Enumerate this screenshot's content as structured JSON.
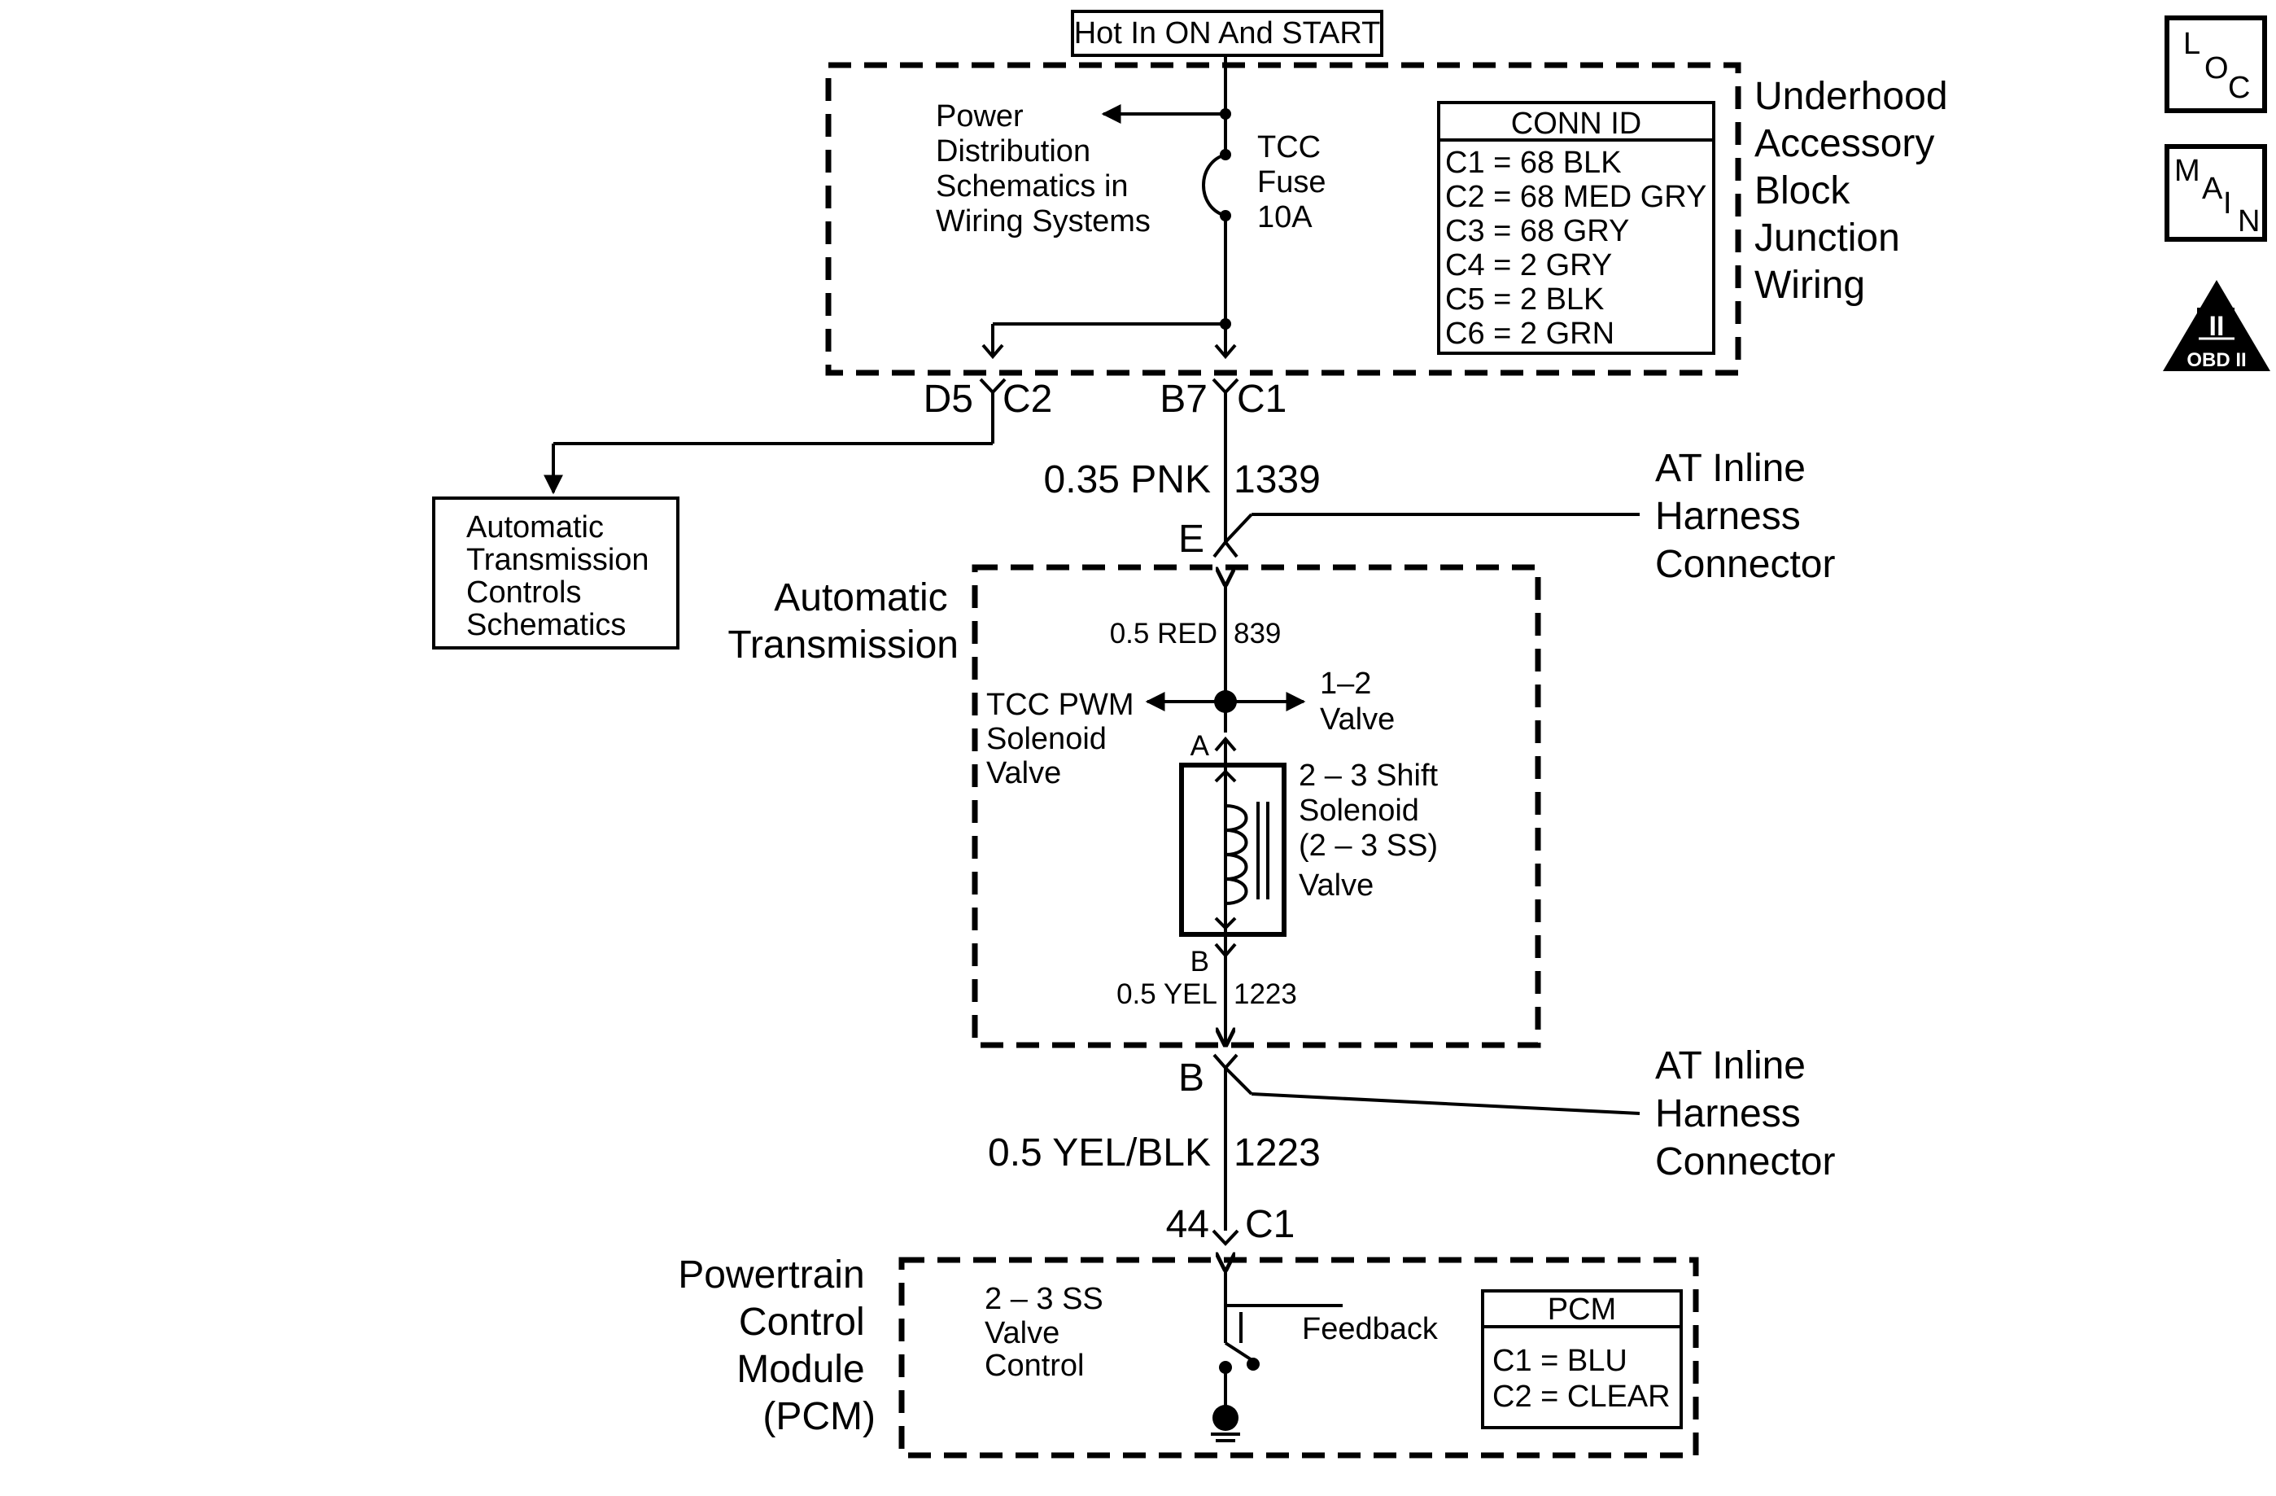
{
  "title_box": {
    "hot_in": "Hot In ON And START"
  },
  "underhood_block": {
    "title_lines": [
      "Underhood",
      "Accessory",
      "Block",
      "Junction",
      "Wiring"
    ],
    "power_dist_lines": [
      "Power",
      "Distribution",
      "Schematics in",
      "Wiring Systems"
    ],
    "fuse_lines": [
      "TCC",
      "Fuse",
      "10A"
    ],
    "conn_id_header": "CONN ID",
    "conn_ids": [
      "C1 = 68 BLK",
      "C2 = 68 MED GRY",
      "C3 = 68 GRY",
      "C4 = 2 GRY",
      "C5 = 2 BLK",
      "C6 = 2 GRN"
    ],
    "pin_d5": "D5",
    "conn_c2": "C2",
    "pin_b7": "B7",
    "conn_c1": "C1"
  },
  "atc_box": {
    "lines": [
      "Automatic",
      "Transmission",
      "Controls",
      "Schematics"
    ]
  },
  "wire_upper": {
    "gauge_color": "0.35 PNK",
    "circuit": "1339"
  },
  "inline_connector_top": {
    "pin": "E",
    "lines": [
      "AT Inline",
      "Harness",
      "Connector"
    ]
  },
  "transmission": {
    "title_lines": [
      "Automatic",
      "Transmission"
    ],
    "wire_red": {
      "gauge_color": "0.5 RED",
      "circuit": "839"
    },
    "tcc_lines": [
      "TCC PWM",
      "Solenoid",
      "Valve"
    ],
    "valve_12_lines": [
      "1–2",
      "Valve"
    ],
    "pin_a": "A",
    "pin_b": "B",
    "solenoid_lines": [
      "2 – 3 Shift",
      "Solenoid",
      "(2 – 3 SS)",
      "Valve"
    ],
    "wire_yel": {
      "gauge_color": "0.5 YEL",
      "circuit": "1223"
    }
  },
  "inline_connector_bottom": {
    "pin": "B",
    "lines": [
      "AT Inline",
      "Harness",
      "Connector"
    ]
  },
  "wire_lower": {
    "gauge_color": "0.5 YEL/BLK",
    "circuit": "1223"
  },
  "pcm_connector": {
    "pin": "44",
    "conn": "C1"
  },
  "pcm": {
    "title_lines": [
      "Powertrain",
      "Control",
      "Module",
      "(PCM)"
    ],
    "control_lines": [
      "2 – 3 SS",
      "Valve",
      "Control"
    ],
    "feedback": "Feedback",
    "id_header": "PCM",
    "ids": [
      "C1 = BLU",
      "C2 = CLEAR"
    ]
  },
  "nav_icons": {
    "loc": {
      "l1": "L",
      "l2": "O",
      "l3": "C"
    },
    "main": {
      "l1": "M",
      "l2": "A",
      "l3": "I",
      "l4": "N"
    },
    "obd": {
      "numeral": "II",
      "label": "OBD II"
    }
  }
}
